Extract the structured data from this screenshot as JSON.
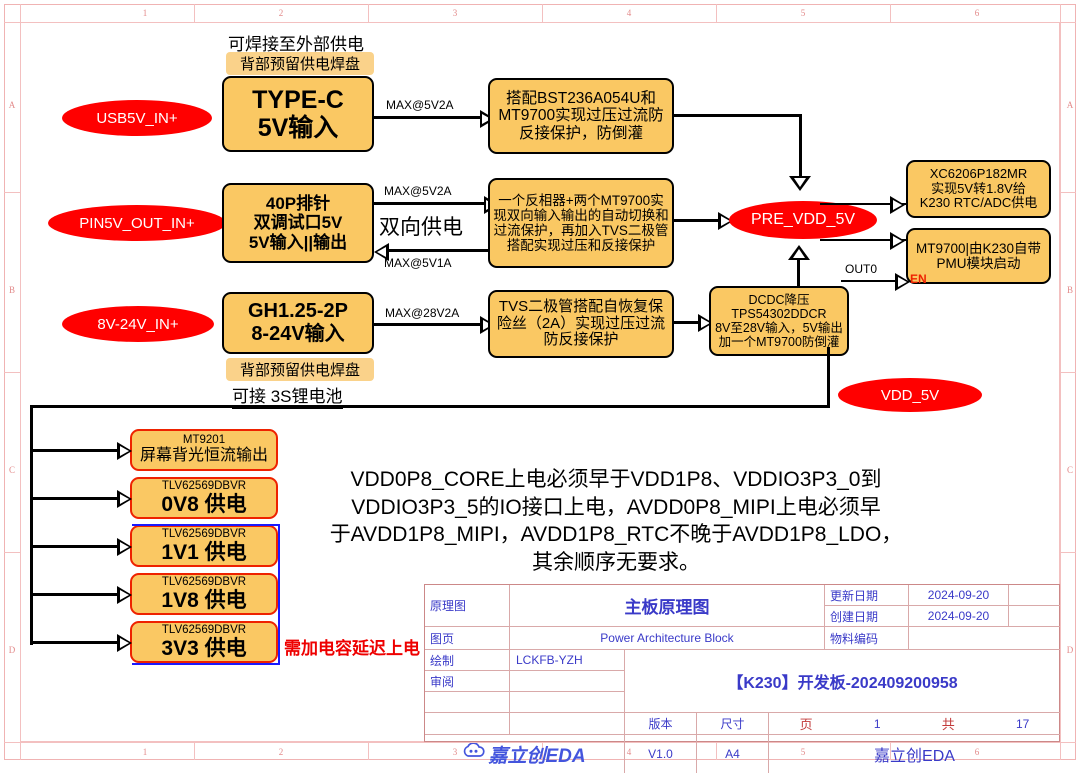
{
  "frame": {
    "col_labels": [
      "1",
      "2",
      "3",
      "4",
      "5",
      "6"
    ],
    "row_labels": [
      "A",
      "B",
      "C",
      "D"
    ]
  },
  "nets": {
    "usb5v": "USB5V_IN+",
    "pin5v": "PIN5V_OUT_IN+",
    "v8_24": "8V-24V_IN+",
    "pre_vdd": "PRE_VDD_5V",
    "vdd_5v": "VDD_5V"
  },
  "notes": {
    "top_solder": "可焊接至外部供电",
    "typec_pad": "背部预留供电焊盘",
    "gh_pad": "背部预留供电焊盘",
    "battery": "可接 3S锂电池",
    "bidir": "双向供电",
    "cap_delay": "需加电容延迟上电"
  },
  "sources": {
    "typec": {
      "line1": "TYPE-C",
      "line2": "5V输入"
    },
    "pin40": {
      "line1": "40P排针",
      "line2": "双调试口5V",
      "line3": "5V输入||输出"
    },
    "gh125": {
      "line1": "GH1.25-2P",
      "line2": "8-24V输入"
    }
  },
  "protect": {
    "usb": {
      "line1": "搭配BST236A054U和",
      "line2": "MT9700实现过压过流防",
      "line3": "反接保护，防倒灌"
    },
    "pin": {
      "line1": "一个反相器+两个MT9700实",
      "line2": "现双向输入输出的自动切换和",
      "line3": "过流保护，再加入TVS二极管",
      "line4": "搭配实现过压和反接保护"
    },
    "dc": {
      "line1": "TVS二极管搭配自恢复保",
      "line2": "险丝（2A）实现过压过流",
      "line3": "防反接保护"
    }
  },
  "dcdc": {
    "line1": "DCDC降压",
    "line2": "TPS54302DDCR",
    "line3": "8V至28V输入，5V输出",
    "line4": "加一个MT9700防倒灌"
  },
  "ldo": {
    "line1": "XC6206P182MR",
    "line2": "实现5V转1.8V给",
    "line3": "K230 RTC/ADC供电"
  },
  "pmu": {
    "line1": "MT9700|由K230自带",
    "line2": "PMU模块启动",
    "en_label": "EN",
    "out_label": "OUT0"
  },
  "wire_labels": {
    "usb_max": "MAX@5V2A",
    "pin_max_in": "MAX@5V2A",
    "pin_max_out": "MAX@5V1A",
    "gh_max": "MAX@28V2A"
  },
  "rails": [
    {
      "part": "MT9201",
      "label": "屏幕背光恒流输出",
      "big": false
    },
    {
      "part": "TLV62569DBVR",
      "label": "0V8  供电",
      "big": true
    },
    {
      "part": "TLV62569DBVR",
      "label": "1V1  供电",
      "big": true
    },
    {
      "part": "TLV62569DBVR",
      "label": "1V8  供电",
      "big": true
    },
    {
      "part": "TLV62569DBVR",
      "label": "3V3  供电",
      "big": true
    }
  ],
  "power_sequence": {
    "line1": "VDD0P8_CORE上电必须早于VDD1P8、VDDIO3P3_0到",
    "line2": "VDDIO3P3_5的IO接口上电，AVDD0P8_MIPI上电必须早",
    "line3": "于AVDD1P8_MIPI，AVDD1P8_RTC不晚于AVDD1P8_LDO，",
    "line4": "其余顺序无要求。"
  },
  "title_block": {
    "label_schematic": "原理图",
    "value_schematic": "主板原理图",
    "label_page": "图页",
    "value_page": "Power Architecture Block",
    "label_drawn": "绘制",
    "value_drawn": "LCKFB-YZH",
    "label_review": "审阅",
    "value_review": "",
    "label_update_date": "更新日期",
    "value_update_date": "2024-09-20",
    "label_create_date": "创建日期",
    "value_create_date": "2024-09-20",
    "label_material": "物料编码",
    "value_material": "",
    "project": "【K230】开发板-202409200958",
    "label_version": "版本",
    "value_version": "V1.0",
    "label_size": "尺寸",
    "value_size": "A4",
    "label_pageno": "页",
    "value_pageno": "1",
    "label_total": "共",
    "value_total": "17",
    "logo_text": "嘉立创EDA",
    "company": "嘉立创EDA"
  },
  "colors": {
    "box_fill": "#fac863",
    "box_border": "#000000",
    "rail_border": "#ee2200",
    "net_oval": "#ff0000",
    "bracket_blue": "#1a1aff",
    "note_red": "#ee0000",
    "frame_pink": "#f0b3b3",
    "title_blue": "#3a3ac8"
  }
}
